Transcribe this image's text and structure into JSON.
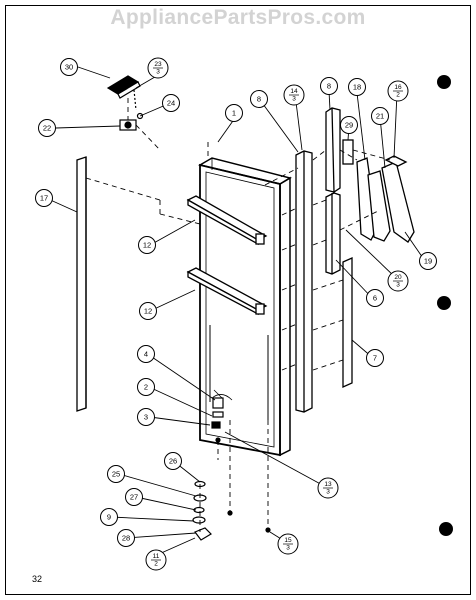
{
  "watermark": "AppliancePartsPros.com",
  "page_number": "32",
  "callouts": [
    {
      "id": "30",
      "label": "30"
    },
    {
      "id": "23",
      "label": "23",
      "sub": "3"
    },
    {
      "id": "24",
      "label": "24"
    },
    {
      "id": "22",
      "label": "22"
    },
    {
      "id": "1",
      "label": "1"
    },
    {
      "id": "8a",
      "label": "8"
    },
    {
      "id": "14",
      "label": "14",
      "sub": "3"
    },
    {
      "id": "8b",
      "label": "8"
    },
    {
      "id": "18",
      "label": "18"
    },
    {
      "id": "16",
      "label": "16",
      "sub": "2"
    },
    {
      "id": "29",
      "label": "29"
    },
    {
      "id": "21",
      "label": "21"
    },
    {
      "id": "17",
      "label": "17"
    },
    {
      "id": "12a",
      "label": "12"
    },
    {
      "id": "12b",
      "label": "12"
    },
    {
      "id": "20",
      "label": "20",
      "sub": "3"
    },
    {
      "id": "19",
      "label": "19"
    },
    {
      "id": "6",
      "label": "6"
    },
    {
      "id": "7",
      "label": "7"
    },
    {
      "id": "4",
      "label": "4"
    },
    {
      "id": "2",
      "label": "2"
    },
    {
      "id": "3",
      "label": "3"
    },
    {
      "id": "13",
      "label": "13",
      "sub": "3"
    },
    {
      "id": "26",
      "label": "26"
    },
    {
      "id": "25",
      "label": "25"
    },
    {
      "id": "27",
      "label": "27"
    },
    {
      "id": "9",
      "label": "9"
    },
    {
      "id": "28",
      "label": "28"
    },
    {
      "id": "11",
      "label": "11",
      "sub": "2"
    },
    {
      "id": "15",
      "label": "15",
      "sub": "3"
    }
  ]
}
